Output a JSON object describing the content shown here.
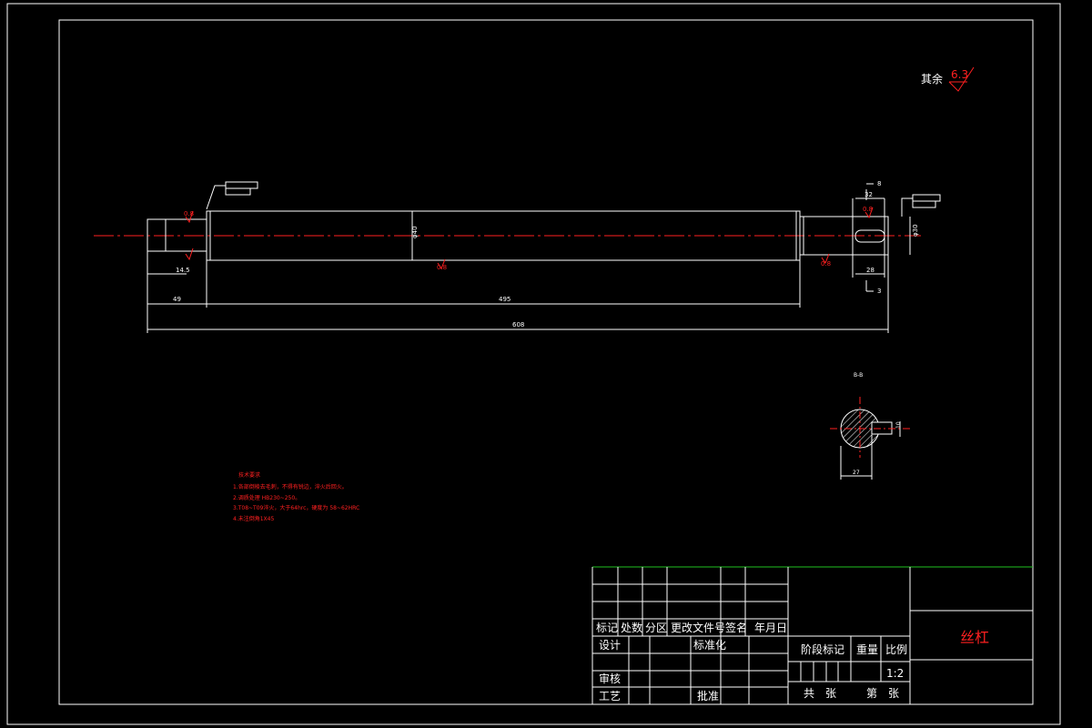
{
  "drawing": {
    "surface_note": {
      "label": "其余",
      "value": "6.3"
    },
    "dimensions": {
      "left_step": "14.5",
      "left_segment": "49",
      "middle_segment": "495",
      "overall": "608",
      "keyway_length": "28",
      "keyway_offset": "8",
      "keyway_offset_b": "3",
      "diameter_main": "φ40",
      "diameter_right": "φ30",
      "right_top": "32"
    },
    "roughness_marks": [
      "0.8",
      "0.8",
      "0.8",
      "0.8"
    ],
    "section": {
      "label": "B-B",
      "width": "27",
      "depth": "10"
    },
    "tech_requirements": {
      "title": "技术要求",
      "items": [
        "1.各部倒棱去毛刺，不得有锐边，淬火后回火。",
        "2.调质处理 HB230~250。",
        "3.T08~T09淬火，大于64hrc，硬度为 58~62HRC",
        "4.未注倒角1X45"
      ]
    },
    "colors": {
      "line": "#ffffff",
      "centerline": "#ff2020",
      "border_green": "#1fbf1f"
    }
  },
  "title_block": {
    "part_name": "丝杠",
    "header": [
      "标记",
      "处数",
      "分区",
      "更改文件号",
      "签名",
      "年月日"
    ],
    "design": "设计",
    "standardization": "标准化",
    "review": "审核",
    "process": "工艺",
    "approve": "批准",
    "stage_mark": "阶段标记",
    "weight": "重量",
    "scale_label": "比例",
    "scale_value": "1:2",
    "total_sheets": "共　张",
    "sheet_no": "第　张"
  }
}
